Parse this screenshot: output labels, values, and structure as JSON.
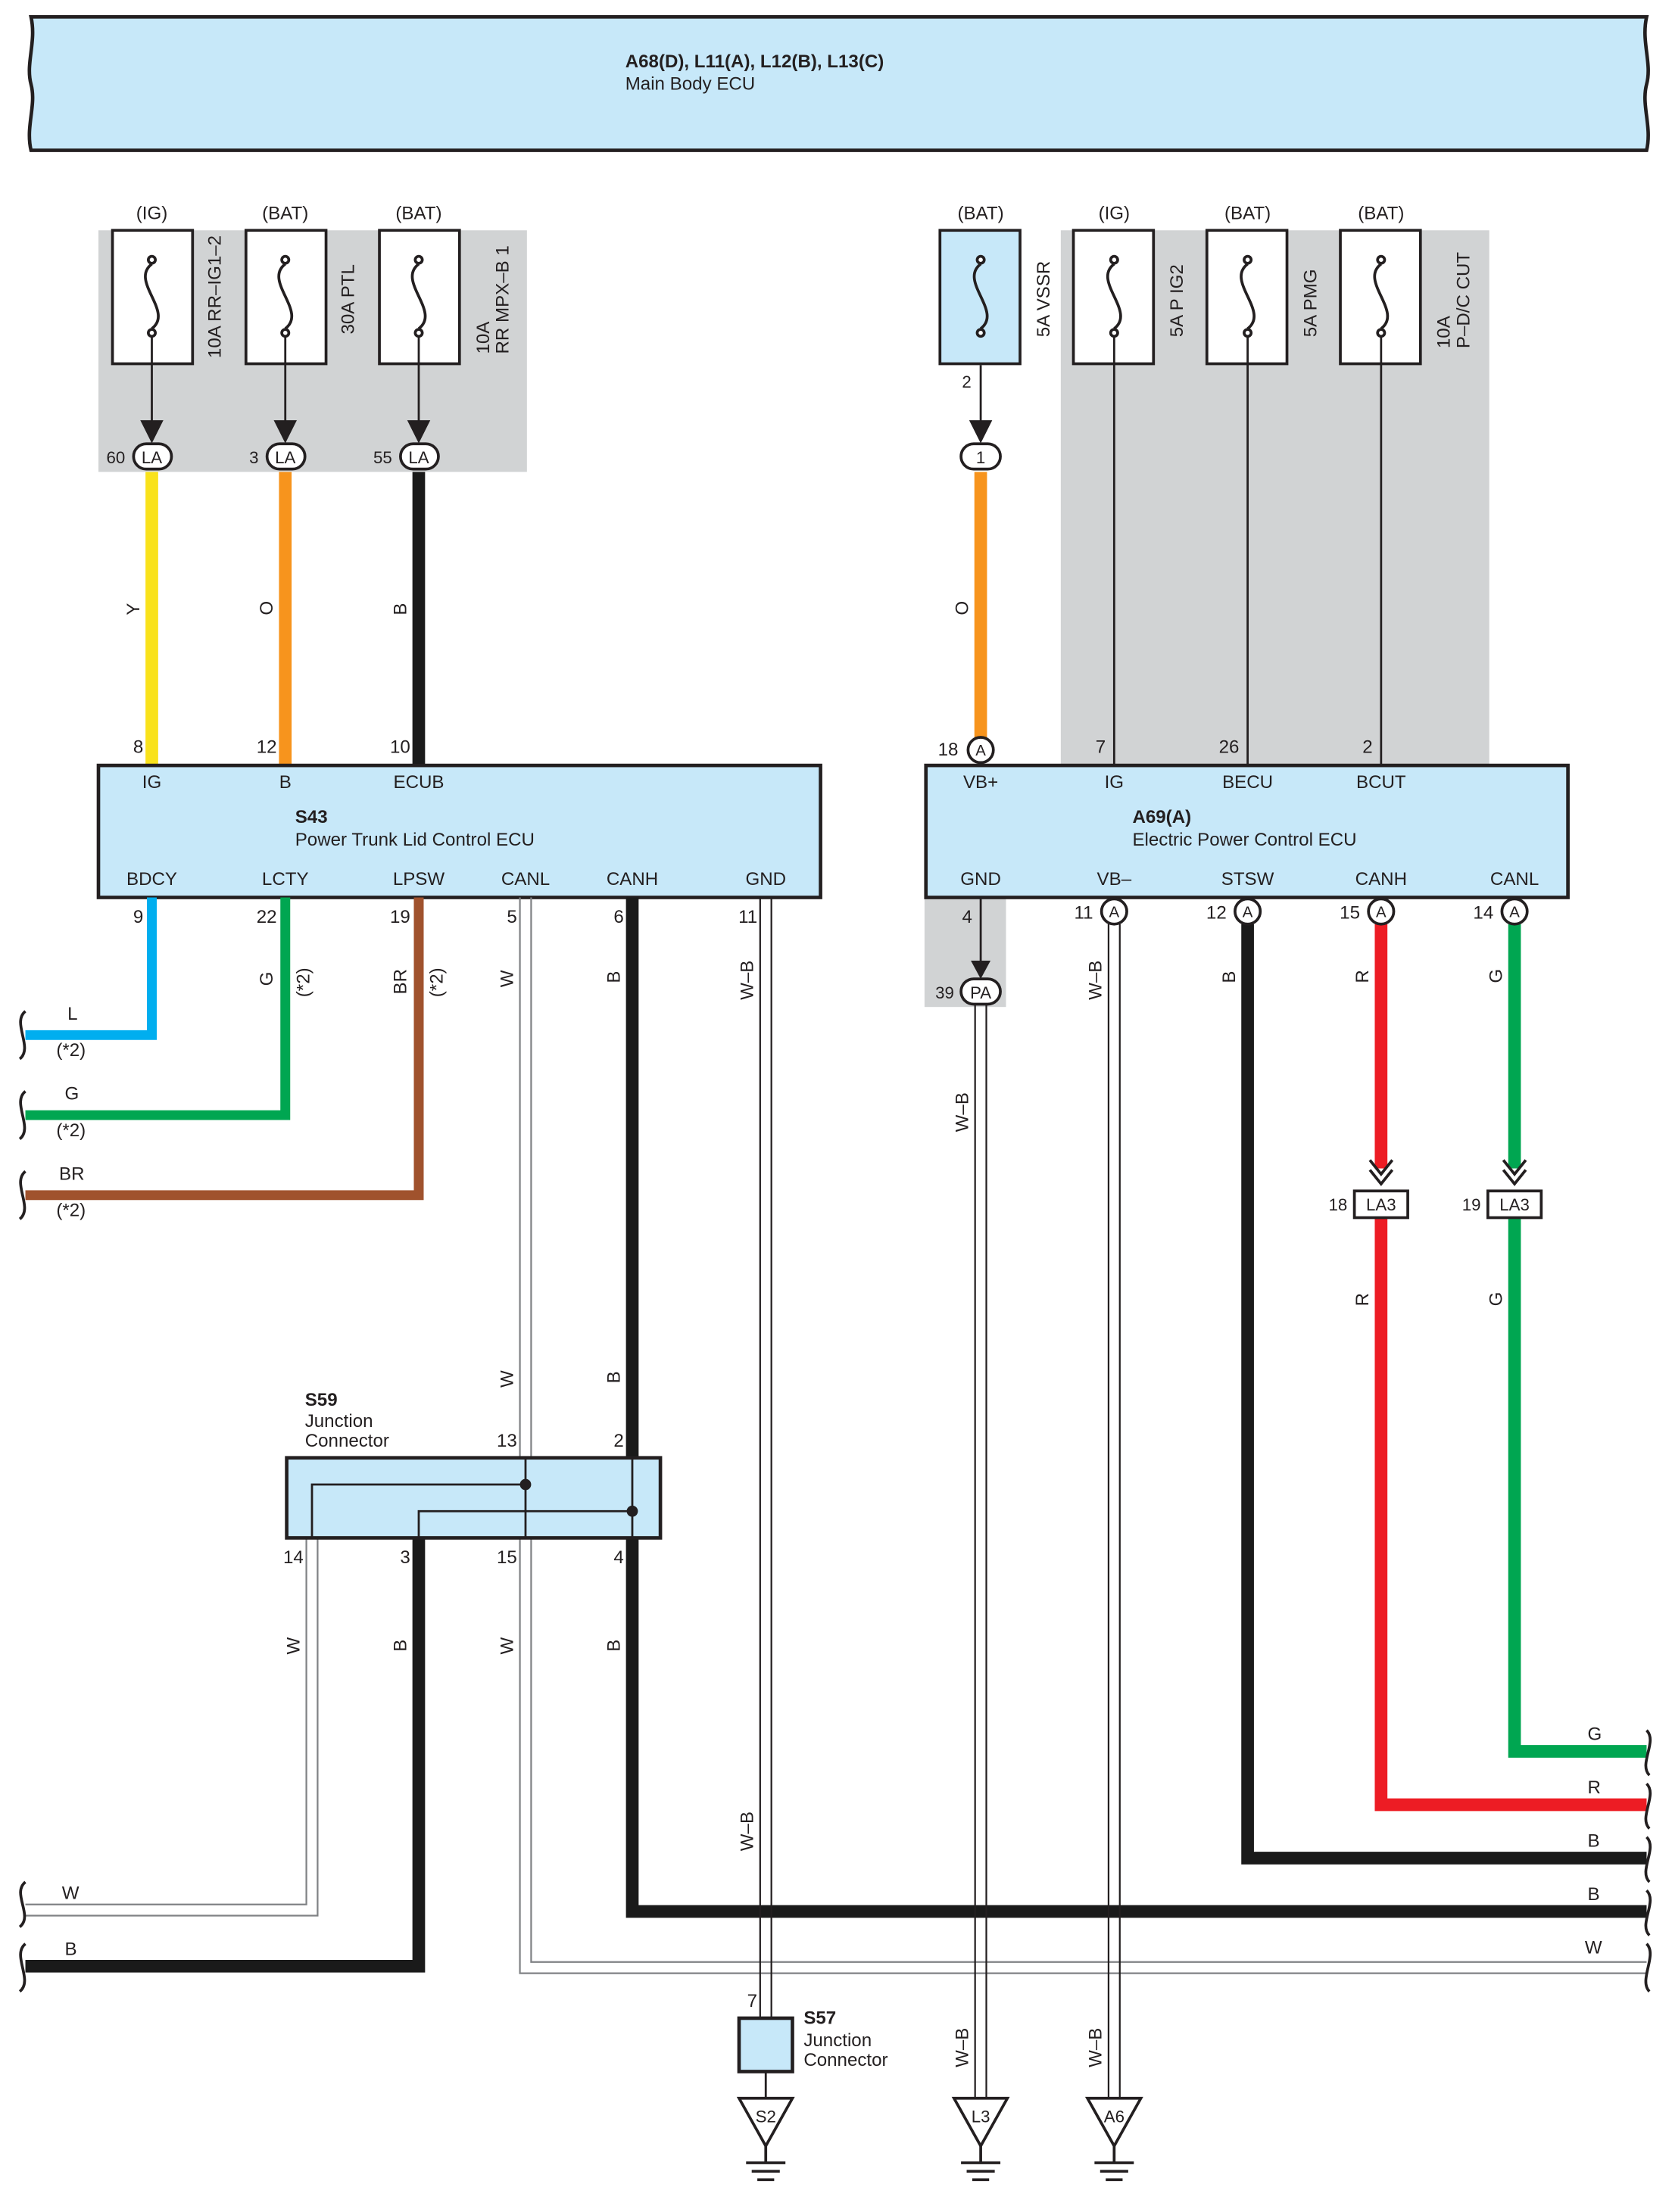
{
  "top": {
    "code": "A68(D), L11(A), L12(B), L13(C)",
    "name": "Main Body ECU"
  },
  "fuses": [
    {
      "label": "10A RR–IG1–2",
      "supply": "(IG)",
      "connector": "LA",
      "pin": "60"
    },
    {
      "label": "30A PTL",
      "supply": "(BAT)",
      "connector": "LA",
      "pin": "3"
    },
    {
      "label_l1": "10A",
      "label_l2": "RR MPX–B 1",
      "supply": "(BAT)",
      "connector": "LA",
      "pin": "55"
    },
    {
      "label": "5A VSSR",
      "supply": "(BAT)",
      "connector": "1",
      "pin": "2"
    },
    {
      "label": "5A P IG2",
      "supply": "(IG)"
    },
    {
      "label": "5A PMG",
      "supply": "(BAT)"
    },
    {
      "label_l1": "10A",
      "label_l2": "P–D/C CUT",
      "supply": "(BAT)"
    }
  ],
  "s43": {
    "code": "S43",
    "name": "Power Trunk Lid Control ECU",
    "top_terms": [
      {
        "name": "IG",
        "pin": "8"
      },
      {
        "name": "B",
        "pin": "12"
      },
      {
        "name": "ECUB",
        "pin": "10"
      }
    ],
    "bottom_terms": [
      {
        "name": "BDCY",
        "pin": "9"
      },
      {
        "name": "LCTY",
        "pin": "22"
      },
      {
        "name": "LPSW",
        "pin": "19"
      },
      {
        "name": "CANL",
        "pin": "5"
      },
      {
        "name": "CANH",
        "pin": "6"
      },
      {
        "name": "GND",
        "pin": "11"
      }
    ]
  },
  "a69": {
    "code": "A69(A)",
    "name": "Electric Power Control ECU",
    "top_terms": [
      {
        "name": "VB+",
        "pin": "18"
      },
      {
        "name": "IG",
        "pin": "7"
      },
      {
        "name": "BECU",
        "pin": "26"
      },
      {
        "name": "BCUT",
        "pin": "2"
      }
    ],
    "bottom_terms": [
      {
        "name": "GND",
        "pin": "4"
      },
      {
        "name": "VB–",
        "pin": "11"
      },
      {
        "name": "STSW",
        "pin": "12"
      },
      {
        "name": "CANH",
        "pin": "15"
      },
      {
        "name": "CANL",
        "pin": "14"
      }
    ],
    "conn": "A"
  },
  "wire_colors": {
    "Y": "#f9e21b",
    "O": "#f7941d",
    "B": "#1a1a1a",
    "L": "#00aeef",
    "G": "#00a651",
    "BR": "#a0522d",
    "R": "#ed1c24",
    "W": "#ffffff",
    "WB": "#ffffff",
    "body_fill": "#c7e8f9",
    "gray": "#d1d3d4"
  },
  "wire_labels": {
    "Y": "Y",
    "O": "O",
    "B": "B",
    "L": "L",
    "G": "G",
    "BR": "BR",
    "R": "R",
    "W": "W",
    "WB": "W–B",
    "note": "(*2)"
  },
  "s59": {
    "code": "S59",
    "l1": "Junction",
    "l2": "Connector",
    "pins": {
      "p13": "13",
      "p2": "2",
      "p14": "14",
      "p3": "3",
      "p15": "15",
      "p4": "4"
    }
  },
  "s57": {
    "code": "S57",
    "l1": "Junction",
    "l2": "Connector",
    "pin": "7"
  },
  "pa": {
    "conn": "PA",
    "pin": "39"
  },
  "la3": [
    {
      "conn": "LA3",
      "pin": "18"
    },
    {
      "conn": "LA3",
      "pin": "19"
    }
  ],
  "grounds": [
    "S2",
    "L3",
    "A6"
  ]
}
